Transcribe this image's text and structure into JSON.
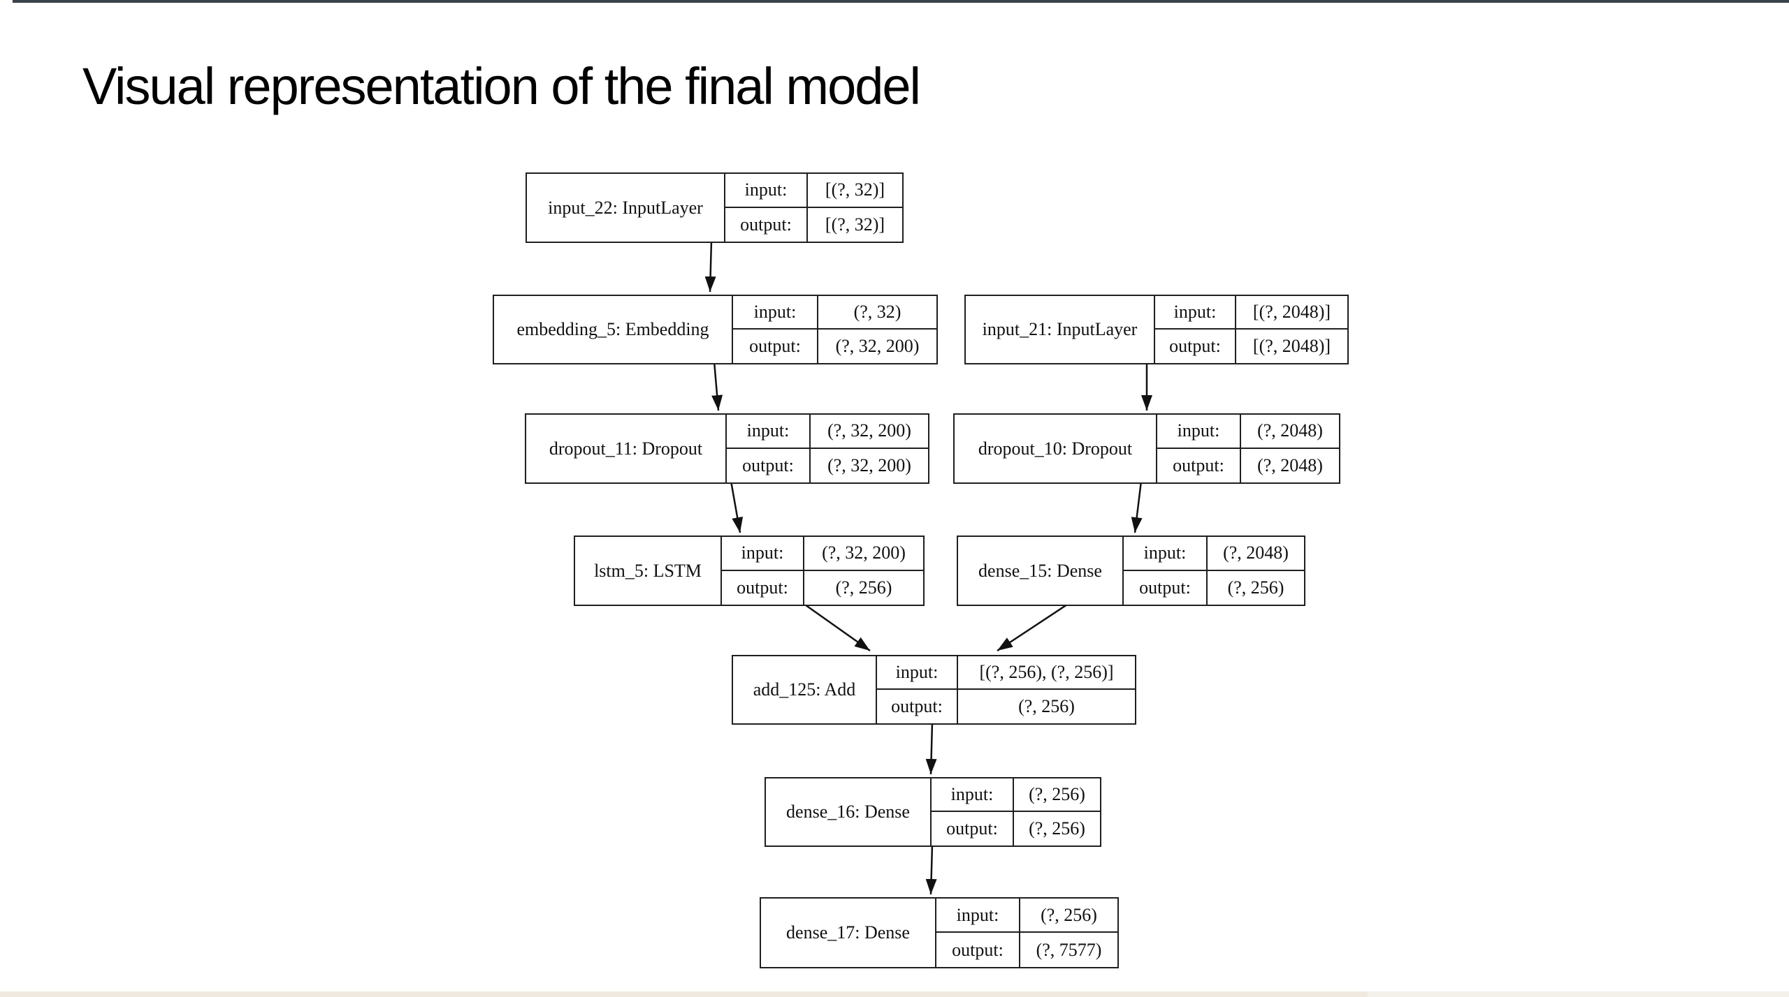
{
  "slide": {
    "title": "Visual representation of the final model"
  },
  "diagram": {
    "input_label": "input:",
    "output_label": "output:",
    "nodes": [
      {
        "id": "input_22",
        "name": "input_22: InputLayer",
        "input": "[(?, 32)]",
        "output": "[(?, 32)]"
      },
      {
        "id": "embedding_5",
        "name": "embedding_5: Embedding",
        "input": "(?, 32)",
        "output": "(?, 32, 200)"
      },
      {
        "id": "input_21",
        "name": "input_21: InputLayer",
        "input": "[(?, 2048)]",
        "output": "[(?, 2048)]"
      },
      {
        "id": "dropout_11",
        "name": "dropout_11: Dropout",
        "input": "(?, 32, 200)",
        "output": "(?, 32, 200)"
      },
      {
        "id": "dropout_10",
        "name": "dropout_10: Dropout",
        "input": "(?, 2048)",
        "output": "(?, 2048)"
      },
      {
        "id": "lstm_5",
        "name": "lstm_5: LSTM",
        "input": "(?, 32, 200)",
        "output": "(?, 256)"
      },
      {
        "id": "dense_15",
        "name": "dense_15: Dense",
        "input": "(?, 2048)",
        "output": "(?, 256)"
      },
      {
        "id": "add_125",
        "name": "add_125: Add",
        "input": "[(?, 256), (?, 256)]",
        "output": "(?, 256)"
      },
      {
        "id": "dense_16",
        "name": "dense_16: Dense",
        "input": "(?, 256)",
        "output": "(?, 256)"
      },
      {
        "id": "dense_17",
        "name": "dense_17: Dense",
        "input": "(?, 256)",
        "output": "(?, 7577)"
      }
    ]
  },
  "colors": {
    "top_edge_bar": "#3b434b",
    "bottom_edge_bar": "#efe9df",
    "bottom_edge_bar_right": "#f4f1ea",
    "node_border": "#1f1f1f",
    "edge_line": "#111111",
    "title_text": "#000000"
  }
}
